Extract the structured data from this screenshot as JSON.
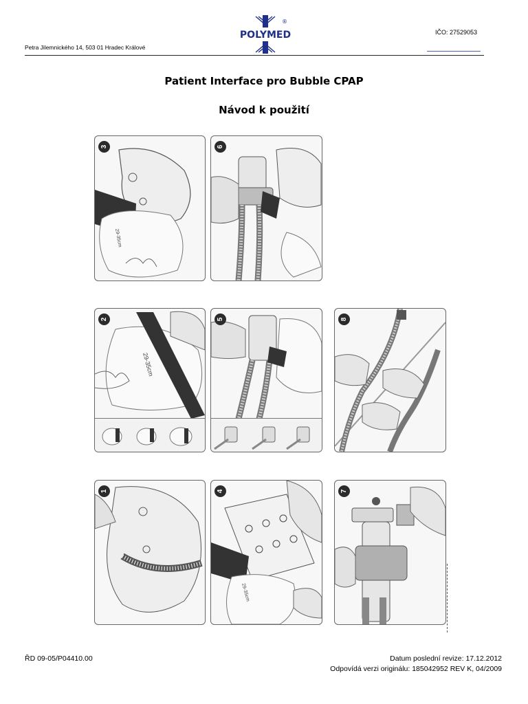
{
  "header": {
    "company_address": "Petra Jilemnického 14, 503 01  Hradec Králové",
    "ico": "IČO: 27529053",
    "logo_text": "POLYMED",
    "logo_mark": "®"
  },
  "document": {
    "title": "Patient Interface pro Bubble CPAP",
    "subtitle": "Návod k použití"
  },
  "steps": [
    {
      "number": "3",
      "icon": "baby-head-with-hat-icon",
      "bag_label": "29-35cm"
    },
    {
      "number": "6",
      "icon": "generator-attached-icon"
    },
    {
      "number": "2",
      "icon": "hat-with-strap-icon",
      "bag_label": "29-35cm"
    },
    {
      "number": "5",
      "icon": "tubing-to-hat-icon"
    },
    {
      "number": "8",
      "icon": "tubing-connection-icon"
    },
    {
      "number": "1",
      "icon": "head-measurement-icon"
    },
    {
      "number": "4",
      "icon": "size-card-icon",
      "bag_label": "29-35cm"
    },
    {
      "number": "7",
      "icon": "generator-assembly-icon"
    }
  ],
  "footer": {
    "doc_code": "ŘD 09-05/P04410.00",
    "revision": "Datum poslední revize: 17.12.2012",
    "original": "Odpovídá verzi originálu: 185042952 REV K, 04/2009"
  }
}
